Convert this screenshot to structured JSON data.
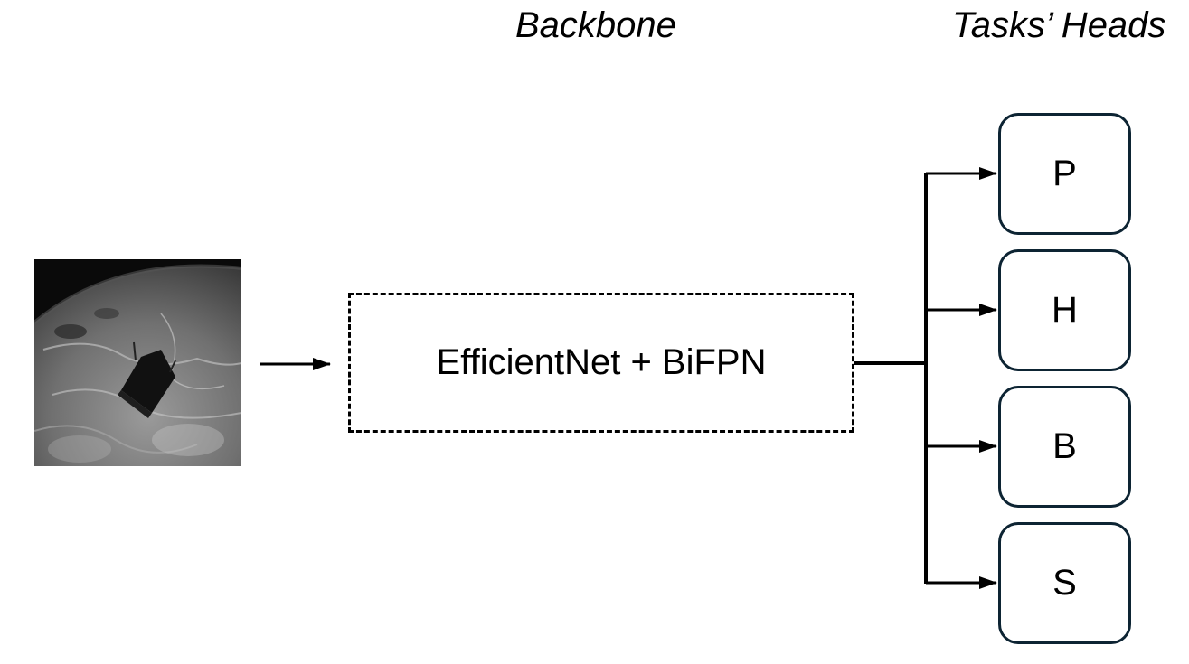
{
  "titles": {
    "backbone": "Backbone",
    "heads": "Tasks’ Heads"
  },
  "backbone_label": "EfficientNet + BiFPN",
  "heads": [
    {
      "label": "P"
    },
    {
      "label": "H"
    },
    {
      "label": "B"
    },
    {
      "label": "S"
    }
  ],
  "colors": {
    "head_border": "#0d2433",
    "line": "#000000"
  }
}
